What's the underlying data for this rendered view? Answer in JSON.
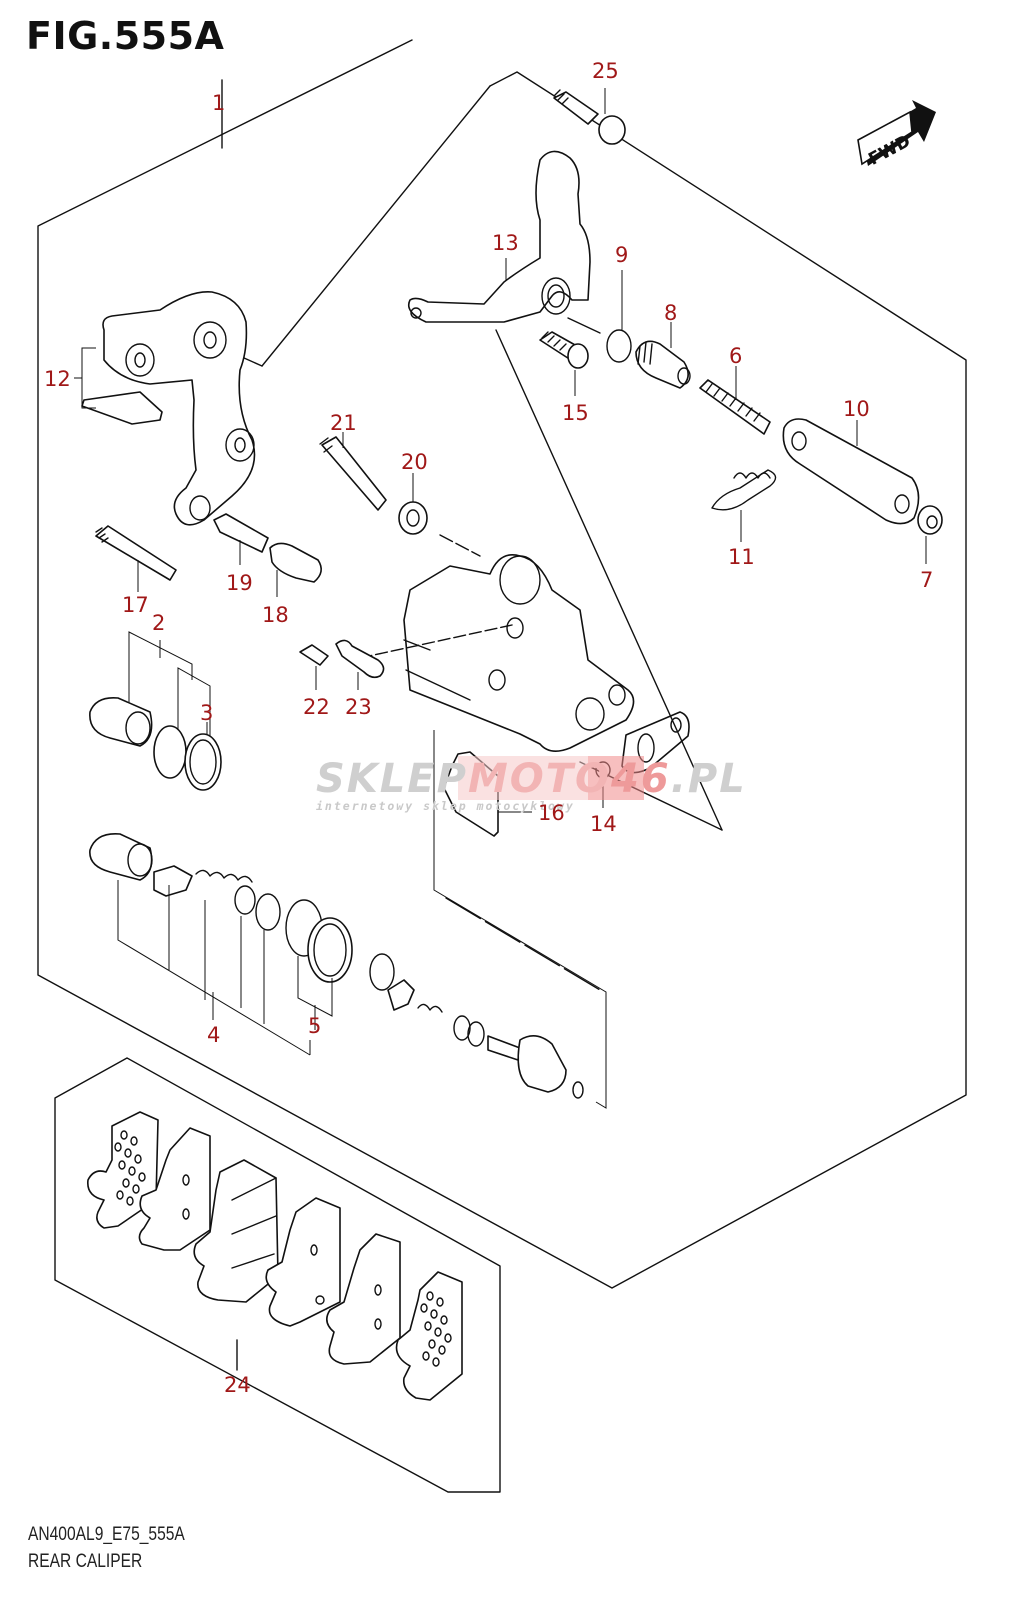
{
  "figure": {
    "title": "FIG.555A",
    "model_code": "AN400AL9_E75_555A",
    "name": "REAR CALIPER"
  },
  "direction_indicator": {
    "label": "FWD",
    "icon": "forward-arrow-icon"
  },
  "callouts": [
    {
      "id": "1",
      "label": "1"
    },
    {
      "id": "2",
      "label": "2"
    },
    {
      "id": "3",
      "label": "3"
    },
    {
      "id": "4",
      "label": "4"
    },
    {
      "id": "5",
      "label": "5"
    },
    {
      "id": "6",
      "label": "6"
    },
    {
      "id": "7",
      "label": "7"
    },
    {
      "id": "8",
      "label": "8"
    },
    {
      "id": "9",
      "label": "9"
    },
    {
      "id": "10",
      "label": "10"
    },
    {
      "id": "11",
      "label": "11"
    },
    {
      "id": "12",
      "label": "12"
    },
    {
      "id": "13",
      "label": "13"
    },
    {
      "id": "14",
      "label": "14"
    },
    {
      "id": "15",
      "label": "15"
    },
    {
      "id": "16",
      "label": "16"
    },
    {
      "id": "17",
      "label": "17"
    },
    {
      "id": "18",
      "label": "18"
    },
    {
      "id": "19",
      "label": "19"
    },
    {
      "id": "20",
      "label": "20"
    },
    {
      "id": "21",
      "label": "21"
    },
    {
      "id": "22",
      "label": "22"
    },
    {
      "id": "23",
      "label": "23"
    },
    {
      "id": "24",
      "label": "24"
    },
    {
      "id": "25",
      "label": "25"
    }
  ],
  "watermark": {
    "brand_part1": "SKLEP",
    "brand_part2": "MOTO",
    "brand_part3": "46",
    "brand_part4": ".PL",
    "tagline": "internetowy sklep motocyklowy",
    "colors": {
      "gray": "#cfcfcf",
      "red": "#f2a0a0"
    }
  },
  "colors": {
    "callout": "#a01818",
    "line": "#111111"
  }
}
